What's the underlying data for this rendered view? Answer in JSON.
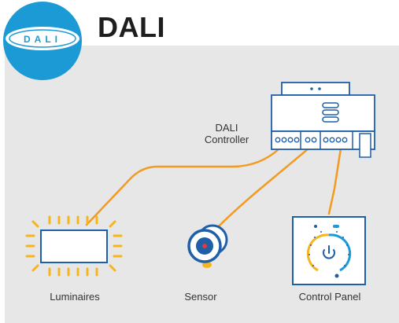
{
  "header": {
    "logo_text": "DALI",
    "title": "DALI"
  },
  "controller": {
    "label_line1": "DALI",
    "label_line2": "Controller"
  },
  "devices": {
    "luminaires": "Luminaires",
    "sensor": "Sensor",
    "control_panel": "Control Panel"
  },
  "icons": {
    "logo": "dali-logo-icon",
    "controller": "din-rail-controller-icon",
    "luminaire": "luminaire-panel-icon",
    "sensor": "motion-sensor-icon",
    "control_panel": "control-panel-dial-icon"
  },
  "colors": {
    "accent_blue": "#1c9ad6",
    "wire_orange": "#f39a21",
    "luminaire_glow": "#f7b51c",
    "panel_background": "#e7e7e7",
    "controller_blue": "#1f5fa8"
  }
}
